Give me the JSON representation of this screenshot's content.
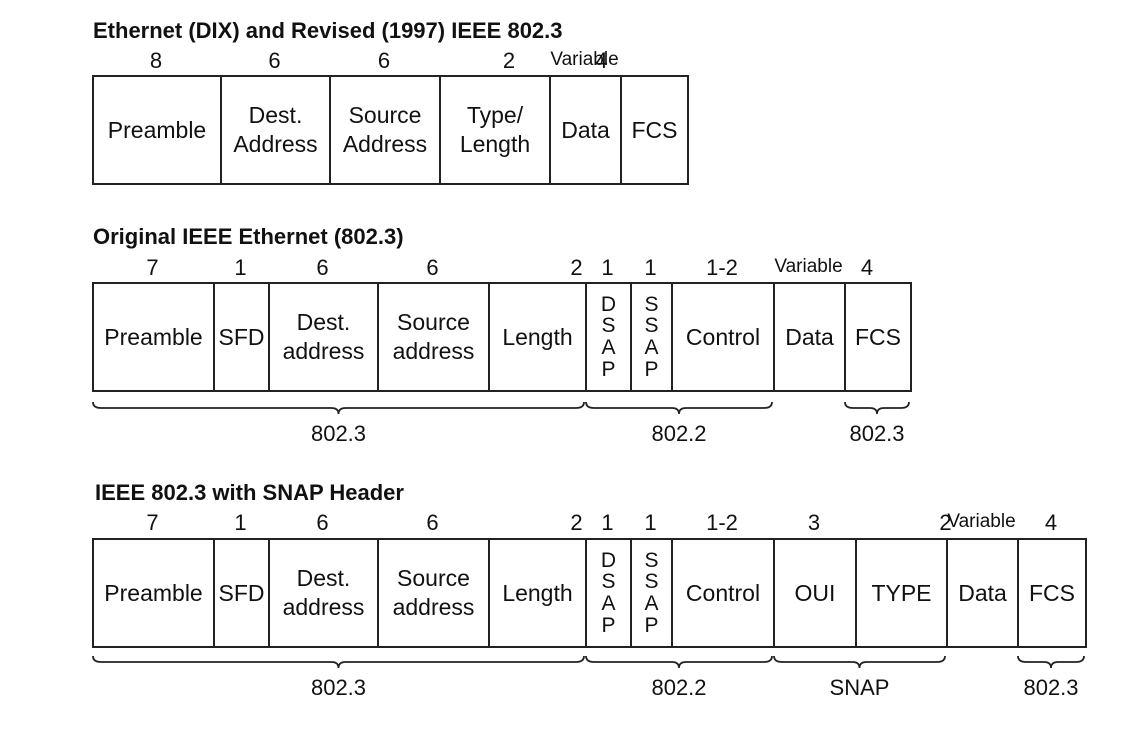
{
  "diagrams": [
    {
      "title": "Ethernet (DIX) and Revised (1997) IEEE 802.3",
      "fields": [
        {
          "size": "8",
          "label": "Preamble"
        },
        {
          "size": "6",
          "label": "Dest.\nAddress"
        },
        {
          "size": "6",
          "label": "Source\nAddress"
        },
        {
          "size": "2",
          "label": "Type/\nLength"
        },
        {
          "size": "Variable",
          "label": "Data"
        },
        {
          "size": "4",
          "label": "FCS"
        }
      ],
      "groups": []
    },
    {
      "title": "Original IEEE Ethernet (802.3)",
      "fields": [
        {
          "size": "7",
          "label": "Preamble"
        },
        {
          "size": "1",
          "label": "SFD"
        },
        {
          "size": "6",
          "label": "Dest.\naddress"
        },
        {
          "size": "6",
          "label": "Source\naddress"
        },
        {
          "size": "2",
          "label": "Length"
        },
        {
          "size": "1",
          "label": "D\nS\nA\nP"
        },
        {
          "size": "1",
          "label": "S\nS\nA\nP"
        },
        {
          "size": "1-2",
          "label": "Control"
        },
        {
          "size": "Variable",
          "label": "Data"
        },
        {
          "size": "4",
          "label": "FCS"
        }
      ],
      "groups": [
        {
          "label": "802.3",
          "from": 0,
          "to": 4
        },
        {
          "label": "802.2",
          "from": 5,
          "to": 7
        },
        {
          "label": "802.3",
          "from": 9,
          "to": 9
        }
      ]
    },
    {
      "title": "IEEE 802.3 with SNAP Header",
      "fields": [
        {
          "size": "7",
          "label": "Preamble"
        },
        {
          "size": "1",
          "label": "SFD"
        },
        {
          "size": "6",
          "label": "Dest.\naddress"
        },
        {
          "size": "6",
          "label": "Source\naddress"
        },
        {
          "size": "2",
          "label": "Length"
        },
        {
          "size": "1",
          "label": "D\nS\nA\nP"
        },
        {
          "size": "1",
          "label": "S\nS\nA\nP"
        },
        {
          "size": "1-2",
          "label": "Control"
        },
        {
          "size": "3",
          "label": "OUI"
        },
        {
          "size": "2",
          "label": "TYPE"
        },
        {
          "size": "Variable",
          "label": "Data"
        },
        {
          "size": "4",
          "label": "FCS"
        }
      ],
      "groups": [
        {
          "label": "802.3",
          "from": 0,
          "to": 4
        },
        {
          "label": "802.2",
          "from": 5,
          "to": 7
        },
        {
          "label": "SNAP",
          "from": 8,
          "to": 9
        },
        {
          "label": "802.3",
          "from": 11,
          "to": 11
        }
      ]
    }
  ]
}
